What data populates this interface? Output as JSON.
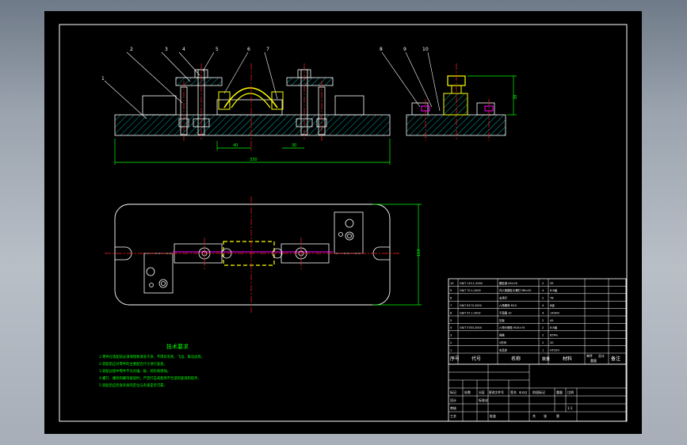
{
  "colors": {
    "background": "#000000",
    "frame": "#ffffff",
    "part_outline": "#ffffff",
    "hatch": "#00a8a8",
    "centerline": "#ff2020",
    "workpiece": "#ffff00",
    "dimension": "#00ff00",
    "leader": "#ffffff",
    "clamp": "#ff00ff",
    "note_text": "#00ff00"
  },
  "balloons": [
    "1",
    "2",
    "3",
    "4",
    "5",
    "6",
    "7",
    "8",
    "9",
    "10"
  ],
  "dimensions": {
    "overall_length": "330",
    "left_offset": "40",
    "right_offset": "30",
    "side_height": "38",
    "plan_width": "110"
  },
  "technical_notes": {
    "title": "技术要求",
    "lines": [
      "1.零件在装配前必须清理和清洗干净，不得有毛刺、飞边、氧化皮等。",
      "2.装配前应对零件的主要配合尺寸进行复查。",
      "3.装配过程中零件不允许磕、碰、划伤和锈蚀。",
      "4.螺钉、螺栓和螺母紧固时，严禁打击或使用不合适的旋具和扳手。",
      "5.装配后应检查夹具的定位与夹紧是否可靠。"
    ]
  },
  "parts_list": {
    "rows": [
      [
        "10",
        "GB/T 119.1-2000",
        "圆柱销 A5×20",
        "2",
        "35",
        ""
      ],
      [
        "9",
        "GB/T 70.1-2000",
        "内六角圆柱头螺钉 M6×20",
        "4",
        "8.8级",
        ""
      ],
      [
        "8",
        "",
        "支承钉",
        "2",
        "T8",
        ""
      ],
      [
        "7",
        "GB/T 6170-2000",
        "六角螺母 M10",
        "4",
        "8级",
        ""
      ],
      [
        "6",
        "GB/T 97.1-2002",
        "平垫圈 10",
        "4",
        "140HV",
        ""
      ],
      [
        "5",
        "",
        "压板",
        "2",
        "45",
        ""
      ],
      [
        "4",
        "GB/T 5783-2000",
        "六角头螺栓 M10×70",
        "2",
        "8.8级",
        ""
      ],
      [
        "3",
        "",
        "弹簧",
        "2",
        "65Mn",
        ""
      ],
      [
        "2",
        "",
        "V形块",
        "2",
        "20",
        ""
      ],
      [
        "1",
        "",
        "夹具体",
        "1",
        "HT200",
        ""
      ]
    ],
    "header": [
      "序号",
      "代号",
      "名称",
      "数量",
      "材料",
      "备注"
    ],
    "header_extra": [
      "单件",
      "总计",
      "重量"
    ]
  },
  "title_block": {
    "labels": [
      "标记",
      "处数",
      "分区",
      "更改文件号",
      "签名",
      "年月日",
      "设计",
      "标准化",
      "审核",
      "工艺",
      "批准",
      "阶段标记",
      "重量",
      "比例",
      "共",
      "张",
      "第"
    ],
    "scale": "1:1"
  }
}
